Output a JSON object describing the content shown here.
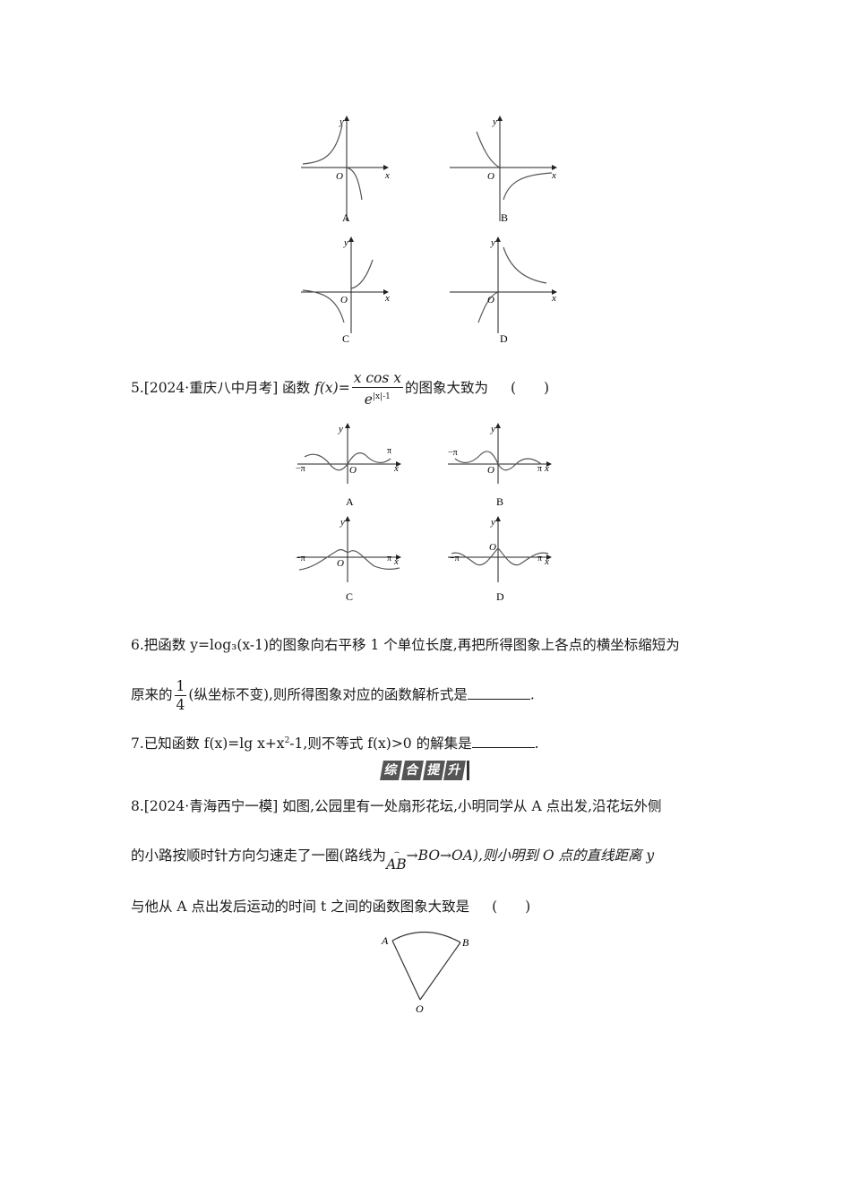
{
  "q4_graphs": {
    "labels": [
      "A",
      "B",
      "C",
      "D"
    ],
    "axis_x": "x",
    "axis_y": "y",
    "origin": "O"
  },
  "q5": {
    "prefix": "5.[2024·重庆八中月考] 函数 ",
    "func": "f(x)=",
    "num": "x cos x",
    "den_base": "e",
    "den_exp": "|x|-1",
    "suffix": "的图象大致为",
    "paren": "(　　)",
    "graph_labels": [
      "A",
      "B",
      "C",
      "D"
    ],
    "pi": "π",
    "neg_pi": "−π",
    "axis_x": "x",
    "axis_y": "y",
    "origin": "O"
  },
  "q6": {
    "line1": "6.把函数 y=log₃(x-1)的图象向右平移 1 个单位长度,再把所得图象上各点的横坐标缩短为",
    "line2_prefix": "原来的",
    "frac_num": "1",
    "frac_den": "4",
    "line2_suffix": "(纵坐标不变),则所得图象对应的函数解析式是",
    "end": "."
  },
  "q7": {
    "prefix": "7.已知函数 f(x)=lg x+x",
    "exp": "2",
    "suffix": "-1,则不等式 f(x)>0 的解集是",
    "end": "."
  },
  "banner": {
    "chars": [
      "综",
      "合",
      "提",
      "升"
    ]
  },
  "q8": {
    "line1": "8.[2024·青海西宁一模] 如图,公园里有一处扇形花坛,小明同学从 A 点出发,沿花坛外侧",
    "line2_prefix": "的小路按顺时针方向匀速走了一圈(路线为",
    "arc_label": "AB",
    "arc_hat": "⌢",
    "line2_route": "→BO→OA),则小明到 O 点的直线距离 y",
    "line3": "与他从 A 点出发后运动的时间 t 之间的函数图象大致是",
    "paren": "(　　)",
    "fig_A": "A",
    "fig_B": "B",
    "fig_O": "O"
  }
}
